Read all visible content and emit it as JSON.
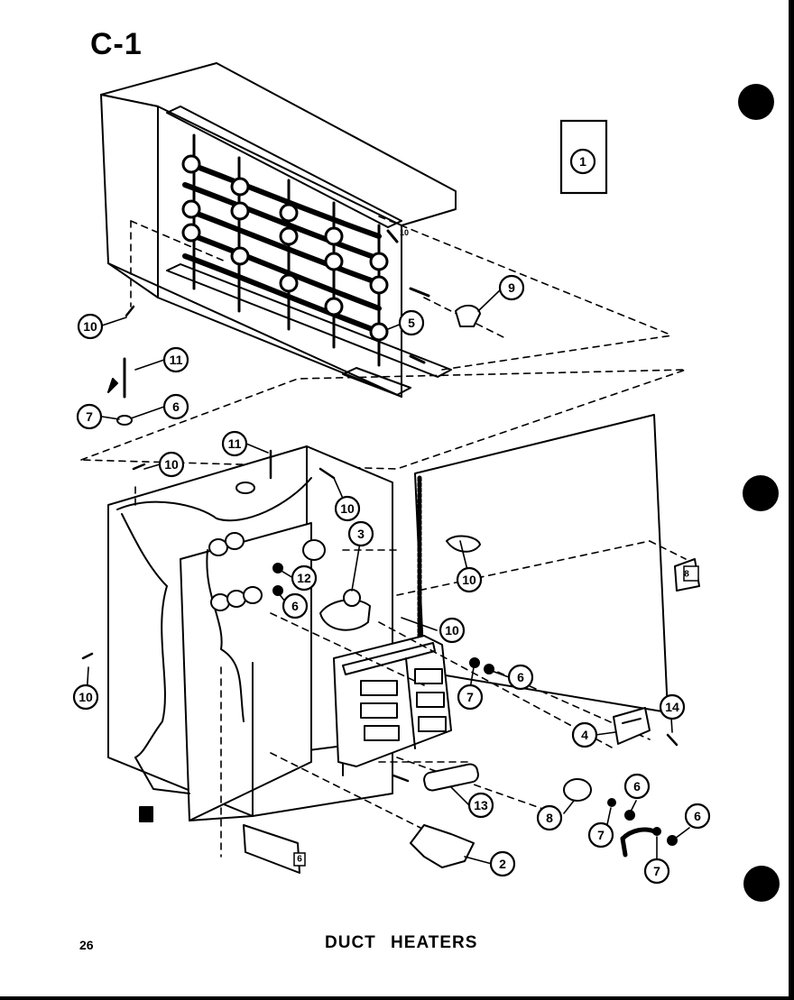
{
  "header": {
    "sheet_code": "C-1"
  },
  "footer": {
    "page_number": "26",
    "caption": "DUCT HEATERS"
  },
  "callouts": {
    "c1": "1",
    "c2": "2",
    "c3": "3",
    "c4": "4",
    "c5": "5",
    "c6a": "6",
    "c6b": "6",
    "c6c": "6",
    "c6d": "6",
    "c6e": "6",
    "c6f": "6",
    "c7a": "7",
    "c7b": "7",
    "c7c": "7",
    "c7d": "7",
    "c8a": "8",
    "c8b": "8",
    "c9": "9",
    "c10a": "10",
    "c10b": "10",
    "c10c": "10",
    "c10d": "10",
    "c10e": "10",
    "c10f": "10",
    "c10g": "10",
    "c11a": "11",
    "c11b": "11",
    "c12": "12",
    "c13": "13",
    "c14": "14"
  },
  "colors": {
    "ink": "#000000",
    "paper": "#ffffff"
  }
}
